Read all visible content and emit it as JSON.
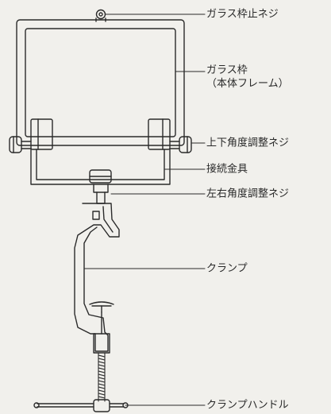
{
  "labels": {
    "glass_frame_screw": "ガラス枠止ネジ",
    "glass_frame": "ガラス枠",
    "glass_frame_note": "（本体フレーム）",
    "tilt_screw": "上下角度調整ネジ",
    "bracket": "接続金具",
    "swivel_screw": "左右角度調整ネジ",
    "clamp": "クランプ",
    "clamp_handle": "クランプハンドル"
  },
  "colors": {
    "ink": "#2a2a2a",
    "paper": "#f1f0ec"
  }
}
